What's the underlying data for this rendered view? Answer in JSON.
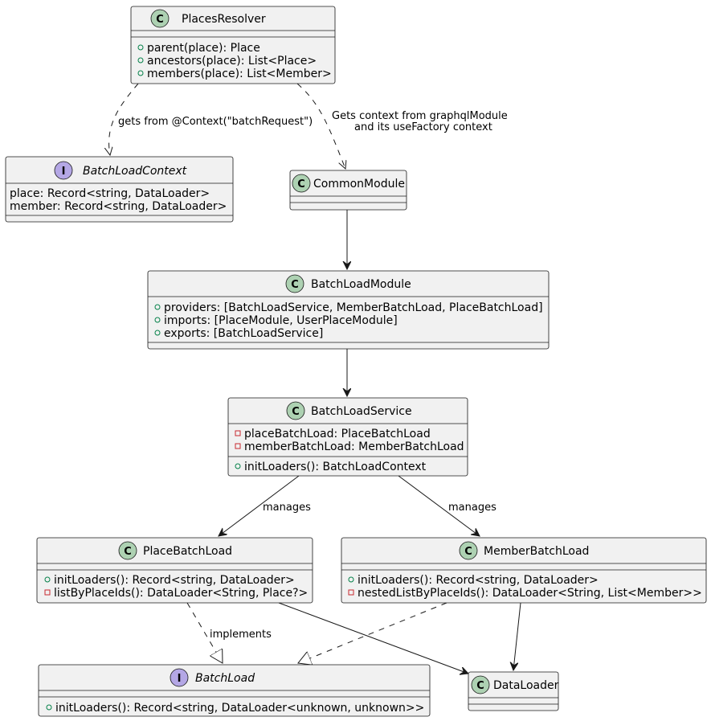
{
  "classes": {
    "places_resolver": {
      "stereotype": "C",
      "name": "PlacesResolver",
      "methods": [
        "parent(place): Place",
        "ancestors(place): List<Place>",
        "members(place): List<Member>"
      ]
    },
    "batch_load_context": {
      "stereotype": "I",
      "name": "BatchLoadContext",
      "fields": [
        "place: Record<string, DataLoader>",
        "member: Record<string, DataLoader>"
      ]
    },
    "common_module": {
      "stereotype": "C",
      "name": "CommonModule"
    },
    "batch_load_module": {
      "stereotype": "C",
      "name": "BatchLoadModule",
      "fields": [
        "providers: [BatchLoadService, MemberBatchLoad, PlaceBatchLoad]",
        "imports: [PlaceModule, UserPlaceModule]",
        "exports: [BatchLoadService]"
      ]
    },
    "batch_load_service": {
      "stereotype": "C",
      "name": "BatchLoadService",
      "fields": [
        "placeBatchLoad: PlaceBatchLoad",
        "memberBatchLoad: MemberBatchLoad"
      ],
      "methods": [
        "initLoaders(): BatchLoadContext"
      ]
    },
    "place_batch_load": {
      "stereotype": "C",
      "name": "PlaceBatchLoad",
      "methods": [
        "initLoaders(): Record<string, DataLoader>",
        "listByPlaceIds(): DataLoader<String, Place?>"
      ]
    },
    "member_batch_load": {
      "stereotype": "C",
      "name": "MemberBatchLoad",
      "methods": [
        "initLoaders(): Record<string, DataLoader>",
        "nestedListByPlaceIds(): DataLoader<String, List<Member>>"
      ]
    },
    "batch_load": {
      "stereotype": "I",
      "name": "BatchLoad",
      "methods": [
        "initLoaders(): Record<string, DataLoader<unknown, unknown>>"
      ]
    },
    "data_loader": {
      "stereotype": "C",
      "name": "DataLoader"
    }
  },
  "edges": {
    "context_label": "gets from @Context(\"batchRequest\")",
    "module_label_line1": "Gets context from graphqlModule",
    "module_label_line2": "and its useFactory context",
    "manages_place": "manages",
    "manages_member": "manages",
    "implements": "implements"
  },
  "colors": {
    "class_badge": "#add1b2",
    "interface_badge": "#b4a7e5",
    "box_fill": "#f1f1f1",
    "border": "#181818",
    "public_marker": "#84be84",
    "private_marker": "#c82930"
  }
}
